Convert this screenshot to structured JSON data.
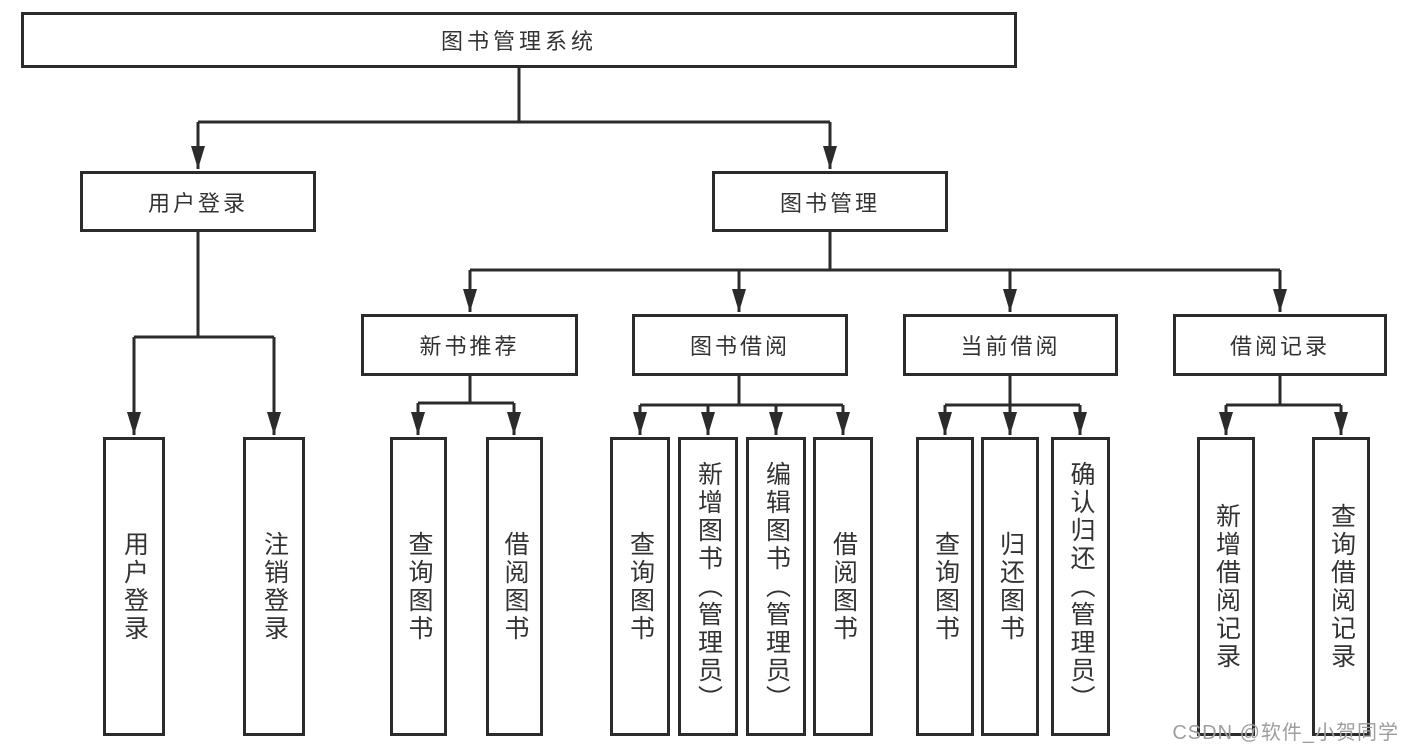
{
  "diagram": {
    "type": "hierarchy-tree",
    "colors": {
      "line": "#2b2b2b",
      "box_border": "#2b2b2b",
      "box_fill": "#ffffff",
      "text": "#333333",
      "watermark": "#9e9e9e",
      "background": "#ffffff"
    },
    "tree": {
      "label": "图书管理系统",
      "children": [
        {
          "label": "用户登录",
          "children": [
            {
              "label": "用户登录"
            },
            {
              "label": "注销登录"
            }
          ]
        },
        {
          "label": "图书管理",
          "children": [
            {
              "label": "新书推荐",
              "children": [
                {
                  "label": "查询图书"
                },
                {
                  "label": "借阅图书"
                }
              ]
            },
            {
              "label": "图书借阅",
              "children": [
                {
                  "label": "查询图书"
                },
                {
                  "label": "新增图书（管理员）"
                },
                {
                  "label": "编辑图书（管理员）"
                },
                {
                  "label": "借阅图书"
                }
              ]
            },
            {
              "label": "当前借阅",
              "children": [
                {
                  "label": "查询图书"
                },
                {
                  "label": "归还图书"
                },
                {
                  "label": "确认归还（管理员）"
                }
              ]
            },
            {
              "label": "借阅记录",
              "children": [
                {
                  "label": "新增借阅记录"
                },
                {
                  "label": "查询借阅记录"
                }
              ]
            }
          ]
        }
      ]
    }
  },
  "watermark": {
    "text": "CSDN @软件_小贺同学"
  }
}
